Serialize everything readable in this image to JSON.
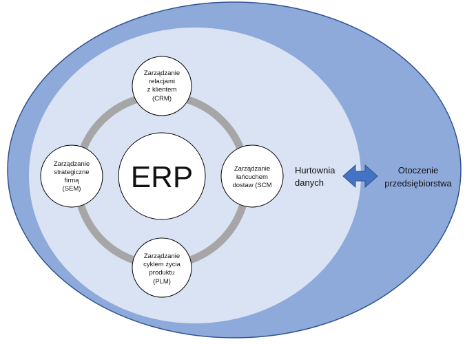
{
  "diagram": {
    "center": {
      "label": "ERP"
    },
    "modules": [
      {
        "id": "crm",
        "lines": [
          "Zarządzanie",
          "relacjami",
          "z klientem",
          "(CRM)"
        ]
      },
      {
        "id": "scm",
        "lines": [
          "Zarządzanie",
          "łańcuchem",
          "dostaw (SCM"
        ]
      },
      {
        "id": "plm",
        "lines": [
          "Zarządzanie",
          "cyklem życia",
          "produktu",
          "(PLM)"
        ]
      },
      {
        "id": "sem",
        "lines": [
          "Zarządzanie",
          "strategiczne",
          "firmą",
          "(SEM)"
        ]
      }
    ],
    "warehouse": {
      "lines": [
        "Hurtownia",
        "danych"
      ]
    },
    "environment": {
      "lines": [
        "Otoczenie",
        "przedsiębiorstwa"
      ]
    },
    "colors": {
      "outer_fill": "#8eaadb",
      "outer_stroke": "#2f528f",
      "inner_fill": "#dae3f3",
      "ring": "#a6a6a6",
      "node_fill": "#ffffff",
      "node_stroke": "#000000",
      "arrow_fill": "#4472c4",
      "arrow_stroke": "#2f528f"
    }
  }
}
